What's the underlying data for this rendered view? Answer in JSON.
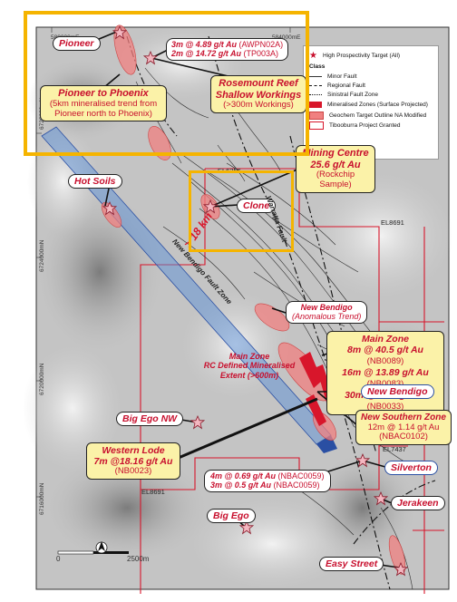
{
  "colors": {
    "mineral_red": "#d8162b",
    "geochem_pink": "#f08080",
    "highlight_yellow": "#f5b400",
    "label_fill": "#fbf2a8",
    "fault_zone_blue": "#5b8fd6"
  },
  "icons": {
    "target": "star-icon",
    "north": "north-arrow-icon"
  },
  "grid": {
    "northings": [
      "6728000mN",
      "6724000mN",
      "6720000mN",
      "6716000mN"
    ],
    "eastings": [
      "580000mE",
      "584000mE"
    ]
  },
  "tenements": [
    "EL6256",
    "EL8691",
    "EL7437",
    "EL8691"
  ],
  "legend": {
    "star_label": "High Prospectivity Target (All)",
    "class_title": "Class",
    "items": [
      "Minor Fault",
      "Regional Fault",
      "Sinistral Fault Zone",
      "Mineralised Zones (Surface Projected)",
      "Geochem Target Outline NA Modified",
      "Tibooburra Project Granted"
    ]
  },
  "labels": {
    "pioneer": "Pioneer",
    "pioneer_intercepts": {
      "line1": "3m @ 4.89 g/t Au",
      "line1_hole": "(AWPN02A)",
      "line2": "2m @ 14.72 g/t Au",
      "line2_hole": "(TP003A)"
    },
    "pioneer_phoenix": {
      "title": "Pioneer to Phoenix",
      "note": "(5km mineralised trend from Pioneer north to Phoenix)"
    },
    "rosemount": {
      "title1": "Rosemount Reef",
      "title2": "Shallow Workings",
      "note": "(>300m Workings)"
    },
    "mining_centre": {
      "title": "Mining Centre",
      "grade": "25.6 g/t Au",
      "note": "(Rockchip Sample)"
    },
    "hot_soils": "Hot Soils",
    "clone": "Clone",
    "warratta": "Warratta Fault",
    "length": "> 18 km",
    "fault_zone": "New Bendigo Fault Zone",
    "new_bendigo_anom": {
      "title": "New Bendigo",
      "note": "(Anomalous Trend)"
    },
    "main_zone_box": {
      "title": "Main Zone",
      "rows": [
        {
          "text": "8m @ 40.5 g/t Au",
          "hole": "(NB0089)"
        },
        {
          "text": "16m @ 13.89 g/t Au",
          "hole": "(NB0083)"
        },
        {
          "text": "30m @ 4.03 g/t Au",
          "hole": "(NB0033)"
        }
      ]
    },
    "main_zone_rc": {
      "line1": "Main Zone",
      "line2": "RC Defined Mineralised",
      "line3": "Extent (>600m)"
    },
    "new_bendigo": "New Bendigo",
    "new_southern": {
      "title": "New Southern Zone",
      "grade": "12m @ 1.14 g/t Au",
      "hole": "(NBAC0102)"
    },
    "big_ego_nw": "Big Ego NW",
    "western_lode": {
      "title": "Western Lode",
      "grade": "7m @18.16 g/t Au",
      "hole": "(NB0023)"
    },
    "bottom_intercepts": {
      "line1": "4m @ 0.69 g/t Au",
      "line1_hole": "(NBAC0059)",
      "line2": "3m @ 0.5 g/t Au",
      "line2_hole": "(NBAC0059)"
    },
    "silverton": "Silverton",
    "jerakeen": "Jerakeen",
    "big_ego": "Big Ego",
    "easy_street": "Easy Street"
  },
  "scale": {
    "zero": "0",
    "end": "2500m"
  }
}
